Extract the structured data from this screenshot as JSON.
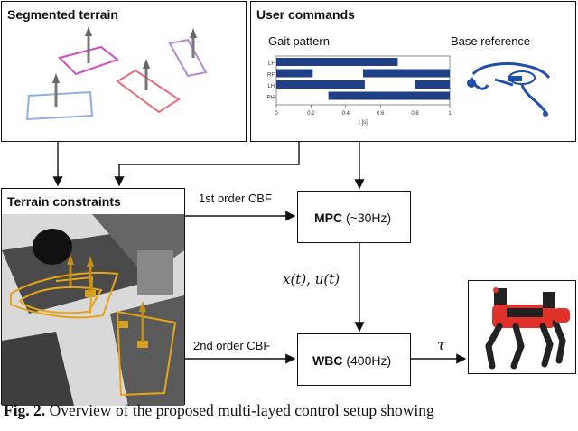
{
  "boxes": {
    "segmented_terrain": "Segmented terrain",
    "user_commands": "User commands",
    "terrain_constraints": "Terrain constraints"
  },
  "user_commands": {
    "gait_pattern_label": "Gait pattern",
    "base_reference_label": "Base reference",
    "gait_rows": [
      "LF",
      "RF",
      "LH",
      "RH"
    ],
    "gait_x_ticks": [
      "0",
      "0.2",
      "0.4",
      "0.6",
      "0.8",
      "1"
    ],
    "gait_x_label": "t [s]",
    "gait_stance_segments": [
      [
        [
          0.0,
          0.7
        ]
      ],
      [
        [
          0.0,
          0.21
        ],
        [
          0.5,
          1.0
        ]
      ],
      [
        [
          0.0,
          0.51
        ],
        [
          0.8,
          1.0
        ]
      ],
      [
        [
          0.3,
          1.0
        ]
      ]
    ]
  },
  "blocks": {
    "mpc_bold": "MPC",
    "mpc_rate": "(~30Hz)",
    "wbc_bold": "WBC",
    "wbc_rate": "(400Hz)"
  },
  "edges": {
    "first_order": "1st order CBF",
    "second_order": "2nd order CBF",
    "state_input": "x(t), u(t)",
    "torque": "τ"
  },
  "caption": {
    "prefix": "Fig. 2.",
    "text": "Overview of the proposed multi-layed control setup showing"
  },
  "colors": {
    "gait_bar": "#1f3f86",
    "robot_red": "#e0312b",
    "terrain_outline": "#e8a317",
    "terrain_dark": "#555555"
  }
}
